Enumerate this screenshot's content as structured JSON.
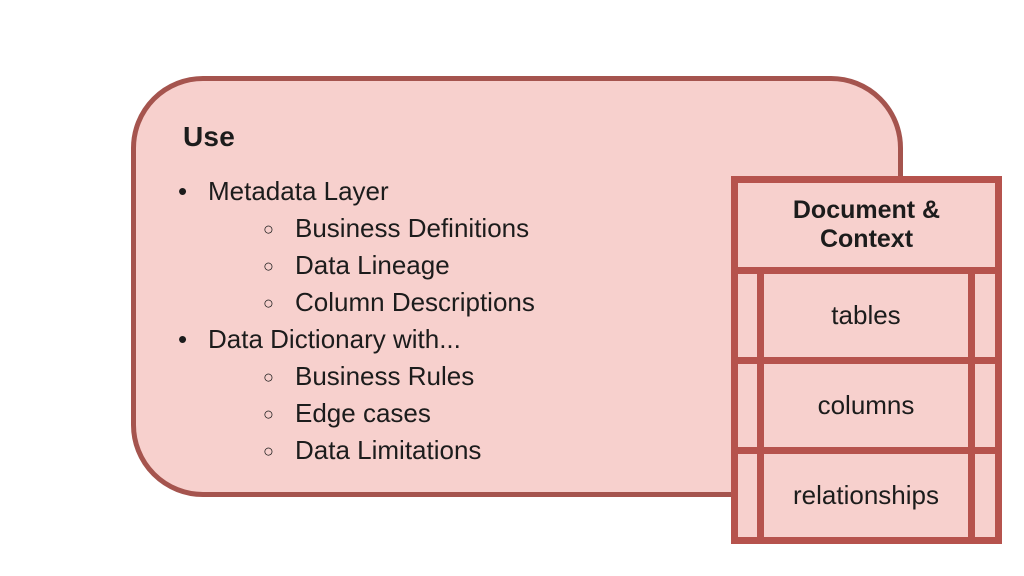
{
  "slide": {
    "panel_heading": "Use",
    "bullets": [
      {
        "level": 1,
        "glyph": "•",
        "text": "Metadata Layer"
      },
      {
        "level": 2,
        "glyph": "○",
        "text": "Business Definitions"
      },
      {
        "level": 2,
        "glyph": "○",
        "text": "Data Lineage"
      },
      {
        "level": 2,
        "glyph": "○",
        "text": "Column Descriptions"
      },
      {
        "level": 1,
        "glyph": "•",
        "text": "Data Dictionary with..."
      },
      {
        "level": 2,
        "glyph": "○",
        "text": "Business Rules"
      },
      {
        "level": 2,
        "glyph": "○",
        "text": "Edge cases"
      },
      {
        "level": 2,
        "glyph": "○",
        "text": "Data Limitations"
      }
    ],
    "table": {
      "header": "Document & Context",
      "rows": [
        "tables",
        "columns",
        "relationships"
      ]
    },
    "colors": {
      "background": "#ffffff",
      "panel_fill": "#f7d0cd",
      "panel_border": "#a5544e",
      "table_border": "#b6534d",
      "text": "#1c1c1c"
    }
  }
}
